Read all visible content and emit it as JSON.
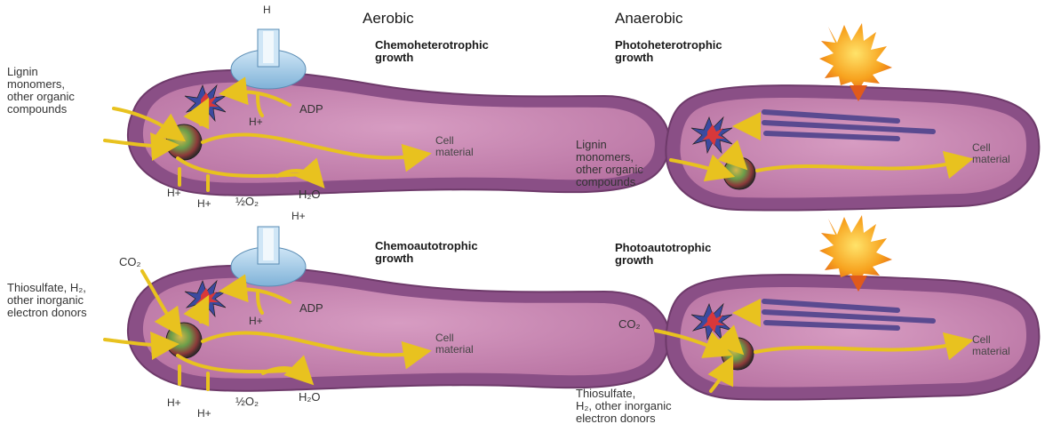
{
  "headers": {
    "aerobic": "Aerobic",
    "anaerobic": "Anaerobic"
  },
  "panels": {
    "chemohetero": {
      "title": "Chemoheterotrophic\ngrowth",
      "input": "Lignin\nmonomers,\nother organic\ncompounds",
      "cell_material": "Cell\nmaterial",
      "h_top": "H",
      "h_out": "H+",
      "adp": "ADP",
      "h_bottom1": "H+",
      "h_bottom2": "H+",
      "half_o2": "½O₂",
      "h2o": "H₂O",
      "h_extra": "H+"
    },
    "chemoauto": {
      "title": "Chemoautotrophic\ngrowth",
      "co2": "CO₂",
      "input": "Thiosulfate, H₂,\nother inorganic\nelectron donors",
      "cell_material": "Cell\nmaterial",
      "h_out": "H+",
      "adp": "ADP",
      "h_bottom1": "H+",
      "h_bottom2": "H+",
      "half_o2": "½O₂",
      "h2o": "H₂O"
    },
    "photohetero": {
      "title": "Photoheterotrophic\ngrowth",
      "input": "Lignin\nmonomers,\nother organic\ncompounds",
      "cell_material": "Cell\nmaterial"
    },
    "photoauto": {
      "title": "Photoautotrophic\ngrowth",
      "co2": "CO₂",
      "input": "Thiosulfate,\nH₂, other inorganic\nelectron donors",
      "cell_material": "Cell\nmaterial"
    }
  },
  "colors": {
    "membrane": "#8a4f86",
    "cytoplasm": "#c78ab4",
    "arrow": "#e8c21f",
    "atp_pump": "#9cc7e6",
    "sun": "#f6a21e"
  },
  "icons": {
    "atp": "atp-starburst-icon",
    "metabolism": "metabolism-sphere-icon",
    "sun": "sun-icon",
    "pump": "atp-synthase-icon",
    "thylakoid": "photosynthetic-membrane-icon"
  }
}
